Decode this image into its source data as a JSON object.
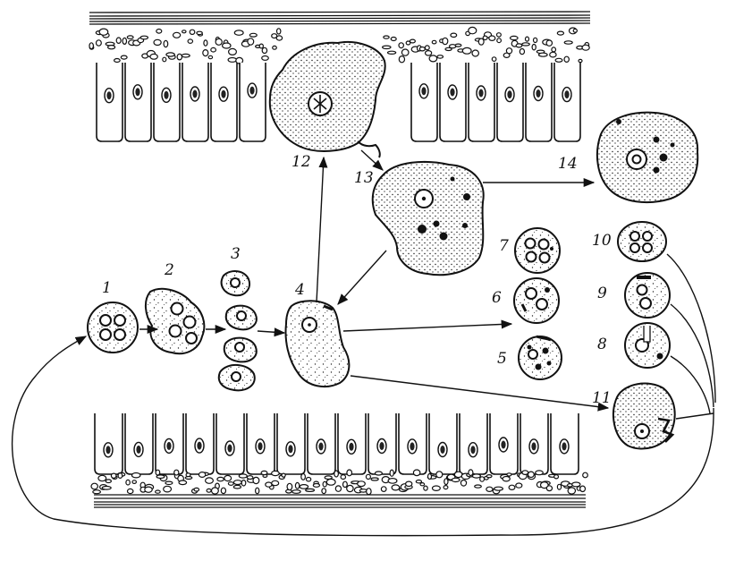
{
  "diagram": {
    "stage_labels": [
      "1",
      "2",
      "3",
      "4",
      "5",
      "6",
      "7",
      "8",
      "9",
      "10",
      "11",
      "12",
      "13",
      "14"
    ]
  }
}
